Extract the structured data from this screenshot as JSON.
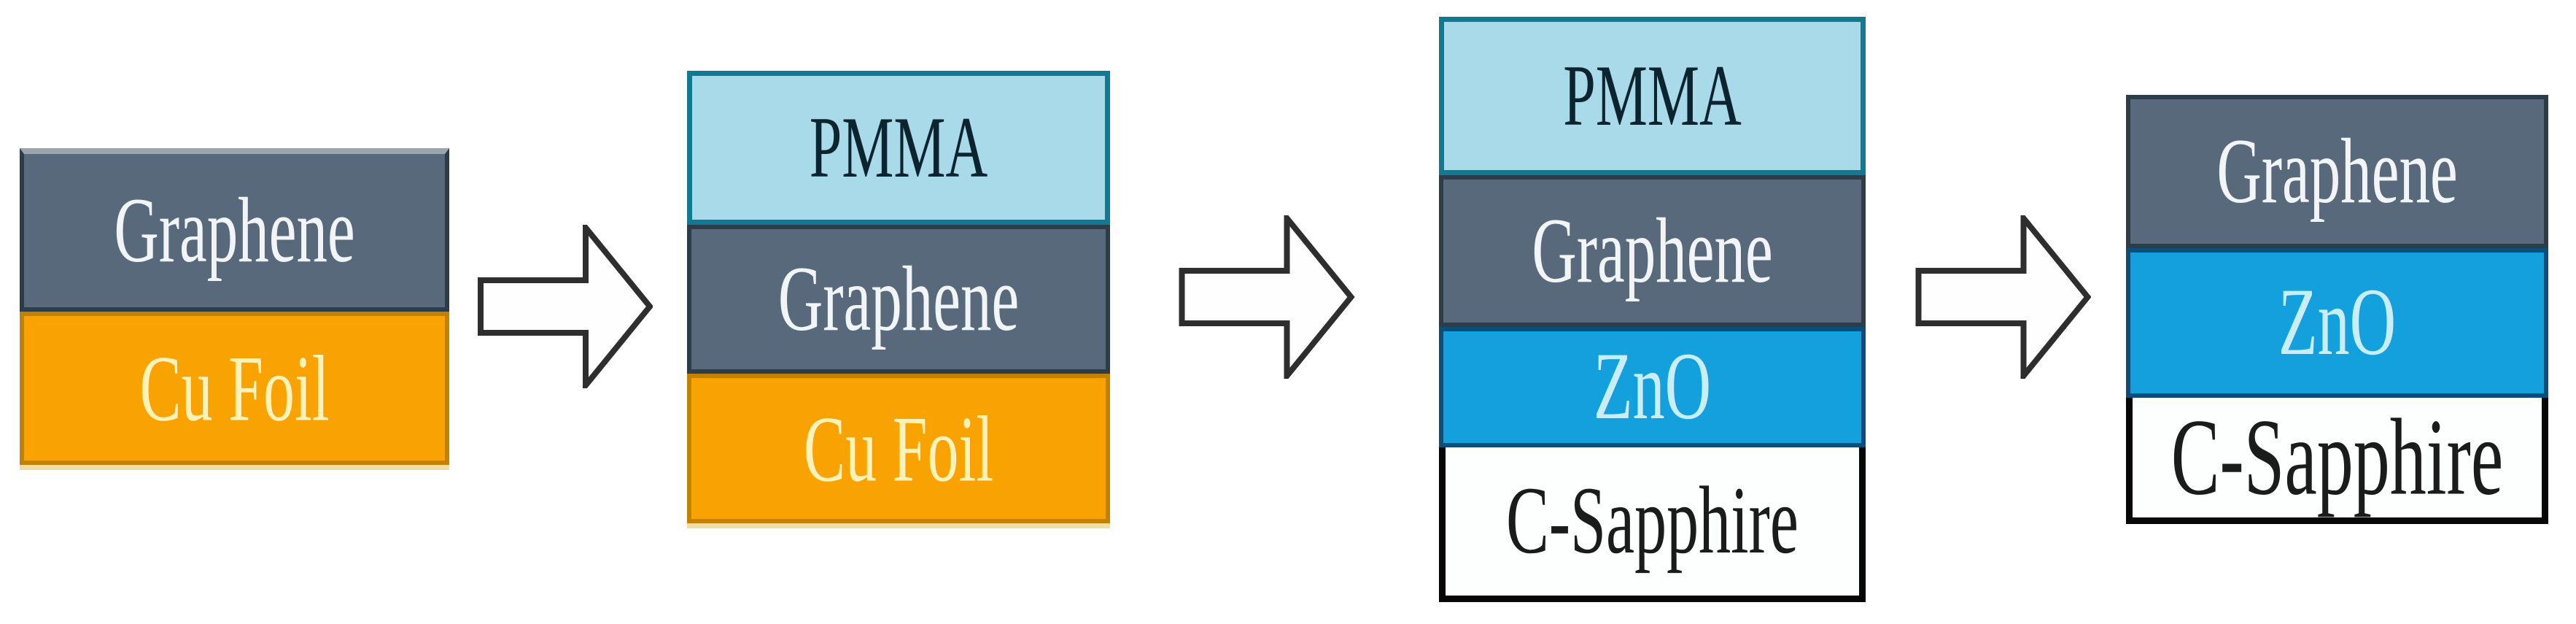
{
  "diagram": {
    "type": "process-flow",
    "background": "#FFFFFF",
    "step_count": 4,
    "arrow_icon": "block-right-arrow"
  },
  "materials": {
    "pmma": {
      "label": "PMMA",
      "fill": "#A9DAE9",
      "border": "#117A92",
      "text_color": "#0C2430"
    },
    "graphene": {
      "label": "Graphene",
      "fill": "#57697A",
      "border": "#2C3C48",
      "text_color": "#F2F5F8",
      "top_highlight": "#9AA5AE"
    },
    "cu_foil": {
      "label": "Cu Foil",
      "fill": "#F9A303",
      "border": "#C28200",
      "text_color": "#FFF2B8"
    },
    "zno": {
      "label": "ZnO",
      "fill": "#14A0DC",
      "border": "#0B4E79",
      "text_color": "#C7EEF9"
    },
    "c_sapphire": {
      "label": "C-Sapphire",
      "fill": "#FDFEFE",
      "border": "#070707",
      "text_color": "#1B1B1B"
    }
  },
  "stacks": [
    {
      "name": "graphene-on-cu-foil",
      "layers": [
        "graphene",
        "cu_foil"
      ]
    },
    {
      "name": "pmma-on-graphene-on-cu-foil",
      "layers": [
        "pmma",
        "graphene",
        "cu_foil"
      ]
    },
    {
      "name": "pmma-graphene-zno-on-sapphire",
      "layers": [
        "pmma",
        "graphene",
        "zno",
        "c_sapphire"
      ]
    },
    {
      "name": "graphene-zno-on-sapphire",
      "layers": [
        "graphene",
        "zno",
        "c_sapphire"
      ]
    }
  ],
  "arrows": [
    {
      "name": "step-arrow-1",
      "fill": "#FEFEFE",
      "stroke": "#2E2E2E"
    },
    {
      "name": "step-arrow-2",
      "fill": "#FEFEFE",
      "stroke": "#2E2E2E"
    },
    {
      "name": "step-arrow-3",
      "fill": "#FEFEFE",
      "stroke": "#2E2E2E"
    }
  ]
}
